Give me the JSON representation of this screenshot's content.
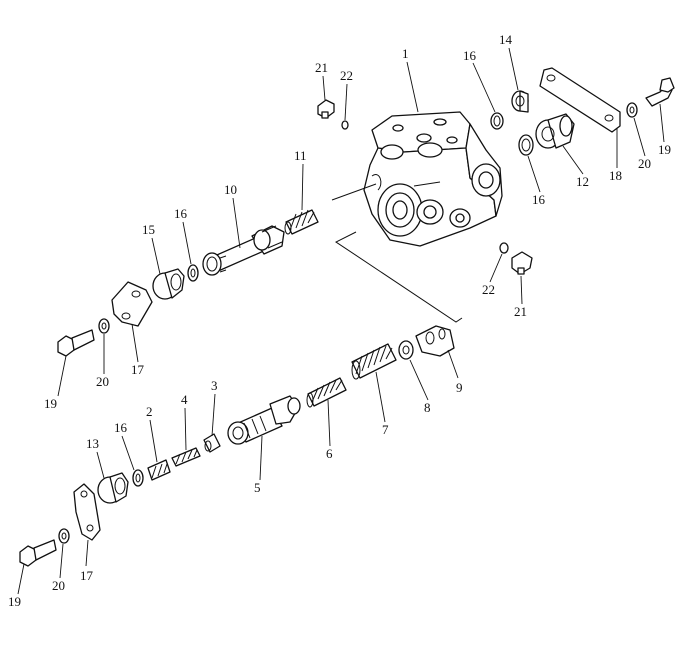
{
  "diagram": {
    "labels": {
      "p1": "1",
      "p2": "2",
      "p3": "3",
      "p4": "4",
      "p5": "5",
      "p6": "6",
      "p7": "7",
      "p8": "8",
      "p9": "9",
      "p10": "10",
      "p11": "11",
      "p12": "12",
      "p13": "13",
      "p14": "14",
      "p15": "15",
      "p16a": "16",
      "p16b": "16",
      "p16c": "16",
      "p16d": "16",
      "p17a": "17",
      "p17b": "17",
      "p18": "18",
      "p19a": "19",
      "p19b": "19",
      "p19c": "19",
      "p20a": "20",
      "p20b": "20",
      "p20c": "20",
      "p21a": "21",
      "p21b": "21",
      "p22a": "22",
      "p22b": "22"
    }
  }
}
